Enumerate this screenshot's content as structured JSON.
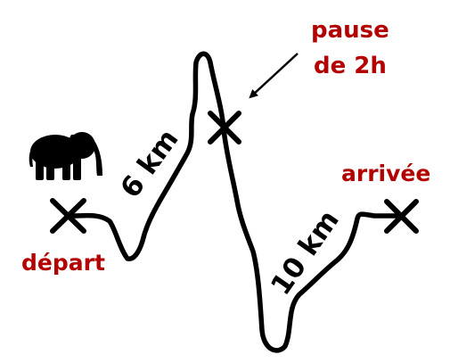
{
  "labels": {
    "start": "départ",
    "pause_line1": "pause",
    "pause_line2": "de 2h",
    "arrival": "arrivée",
    "segment1": "6 km",
    "segment2": "10 km"
  },
  "colors": {
    "accent": "#b30000",
    "ink": "#000000",
    "background": "#ffffff"
  },
  "icons": {
    "traveler": "elephant-icon",
    "waypoint": "cross-marker-icon",
    "pointer": "arrow-icon"
  }
}
